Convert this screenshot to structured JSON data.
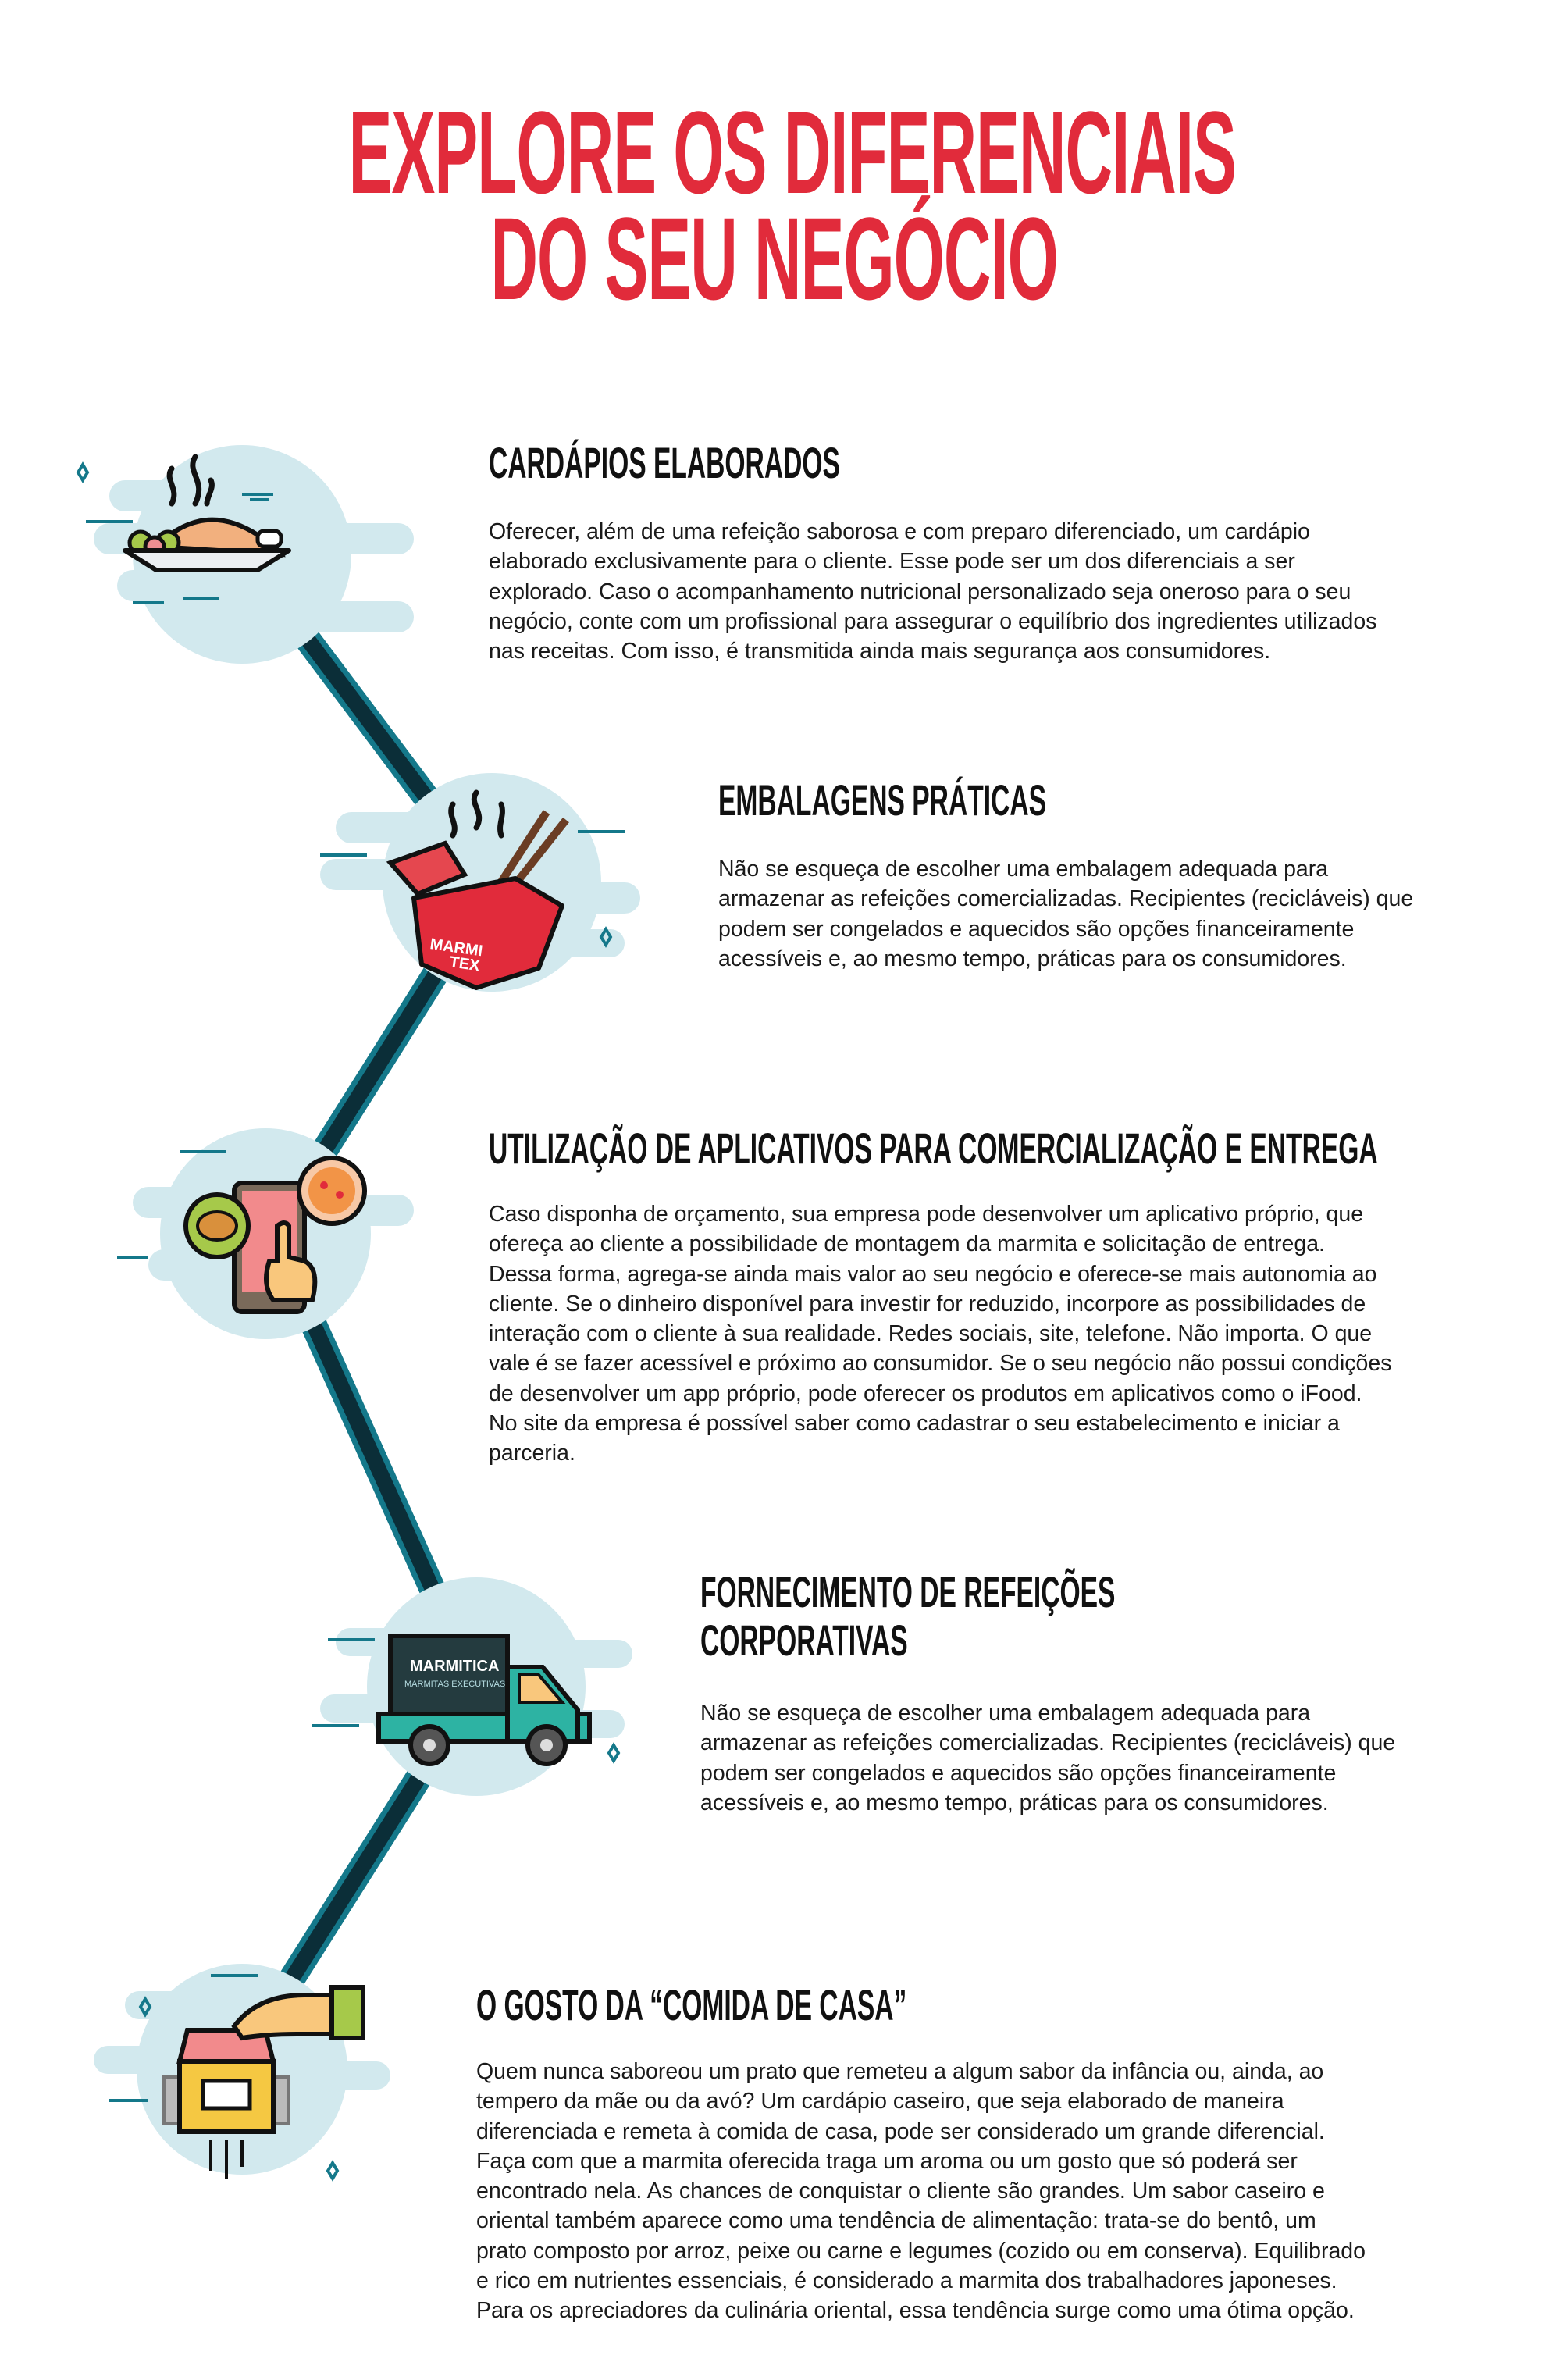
{
  "title": {
    "line1": "EXPLORE OS DIFERENCIAIS",
    "line2": "DO SEU NEGÓCIO"
  },
  "colors": {
    "title": "#e12b3b",
    "cloud": "#d2e9ee",
    "path_dark": "#0b2e38",
    "path_edge": "#14788a",
    "red": "#e12b3b"
  },
  "sections": [
    {
      "icon": "food-plate-icon",
      "heading": [
        "CARDÁPIOS ELABORADOS"
      ],
      "body": [
        "Oferecer, além de uma refeição saborosa e com preparo diferenciado, um cardápio",
        "elaborado exclusivamente para o cliente. Esse pode ser um dos diferenciais a ser",
        "explorado. Caso o acompanhamento nutricional personalizado seja oneroso para o seu",
        "negócio, conte com um profissional para assegurar o equilíbrio dos ingredientes utilizados",
        "nas receitas. Com isso, é transmitida ainda mais segurança aos consumidores."
      ]
    },
    {
      "icon": "takeout-box-icon",
      "icon_text": [
        "MARMI",
        "TEX"
      ],
      "heading": [
        "EMBALAGENS PRÁTICAS"
      ],
      "body": [
        "Não se esqueça de escolher uma embalagem adequada para",
        "armazenar as refeições comercializadas. Recipientes (recicláveis) que",
        "podem ser congelados e aquecidos são opções financeiramente",
        "acessíveis e, ao mesmo tempo, práticas para os consumidores."
      ]
    },
    {
      "icon": "delivery-app-icon",
      "heading": [
        "UTILIZAÇÃO DE APLICATIVOS PARA COMERCIALIZAÇÃO E ENTREGA"
      ],
      "body": [
        "Caso disponha de orçamento, sua empresa pode desenvolver um aplicativo próprio, que",
        "ofereça ao cliente a possibilidade de montagem da marmita e solicitação de entrega.",
        "Dessa forma, agrega-se ainda mais valor ao seu negócio e oferece-se mais autonomia ao",
        "cliente. Se o dinheiro disponível para investir for reduzido, incorpore as possibilidades de",
        "interação com o cliente à sua realidade. Redes sociais, site, telefone. Não importa. O que",
        "vale é se fazer acessível e próximo ao consumidor. Se o seu negócio não possui condições",
        "de desenvolver um app próprio, pode oferecer os produtos em aplicativos como o iFood.",
        "No site da empresa é possível saber como cadastrar o seu estabelecimento e iniciar a",
        "parceria."
      ]
    },
    {
      "icon": "delivery-truck-icon",
      "icon_text": [
        "MARMITICA",
        "MARMITAS EXECUTIVAS"
      ],
      "heading": [
        "FORNECIMENTO DE REFEIÇÕES",
        "CORPORATIVAS"
      ],
      "body": [
        "Não se esqueça de escolher uma embalagem adequada para",
        "armazenar as refeições comercializadas. Recipientes (recicláveis) que",
        "podem ser congelados e aquecidos são opções financeiramente",
        "acessíveis e, ao mesmo tempo, práticas para os consumidores."
      ]
    },
    {
      "icon": "home-shop-icon",
      "heading": [
        "O GOSTO DA “COMIDA DE CASA”"
      ],
      "body": [
        "Quem nunca saboreou um prato que remeteu a algum sabor da infância ou, ainda, ao",
        "tempero da mãe ou da avó? Um cardápio caseiro, que seja elaborado de maneira",
        "diferenciada e remeta à comida de casa, pode ser considerado um grande diferencial.",
        "Faça com que a marmita oferecida traga um aroma ou um gosto que só poderá ser",
        "encontrado nela. As chances de conquistar o cliente são grandes. Um sabor caseiro e",
        "oriental também aparece como uma tendência de alimentação: trata-se do bentô, um",
        "prato composto por arroz, peixe ou carne e legumes (cozido ou em conserva). Equilibrado",
        "e rico em nutrientes essenciais, é considerado a marmita dos trabalhadores japoneses.",
        "Para os apreciadores da culinária oriental, essa tendência surge como uma ótima opção."
      ]
    }
  ]
}
